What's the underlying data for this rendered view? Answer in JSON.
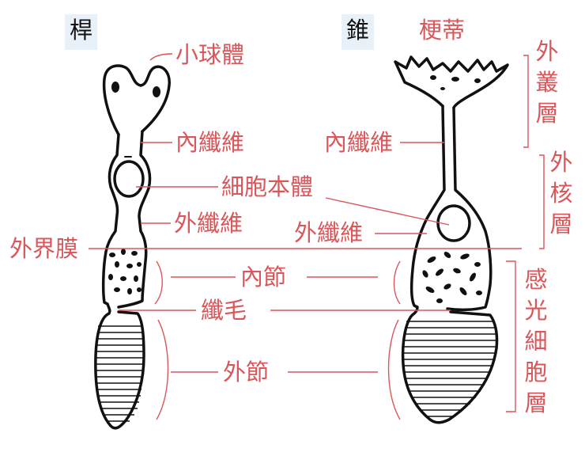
{
  "headers": {
    "rod": "桿",
    "cone": "錐"
  },
  "labels": {
    "spherule": "小球體",
    "inner_fiber_rod": "內纖維",
    "inner_fiber_cone": "內纖維",
    "cell_body": "細胞本體",
    "outer_fiber_rod": "外纖維",
    "outer_fiber_cone": "外纖維",
    "olm": "外界膜",
    "inner_segment": "內節",
    "cilium": "纖毛",
    "outer_segment": "外節",
    "pedicle": "梗蒂"
  },
  "layers": {
    "opl": "外叢層",
    "onl": "外核層",
    "photoreceptor": "感光細胞層"
  },
  "colors": {
    "label": "#d9575a",
    "outline": "#111111",
    "header_bg": "#e8f0f8"
  }
}
